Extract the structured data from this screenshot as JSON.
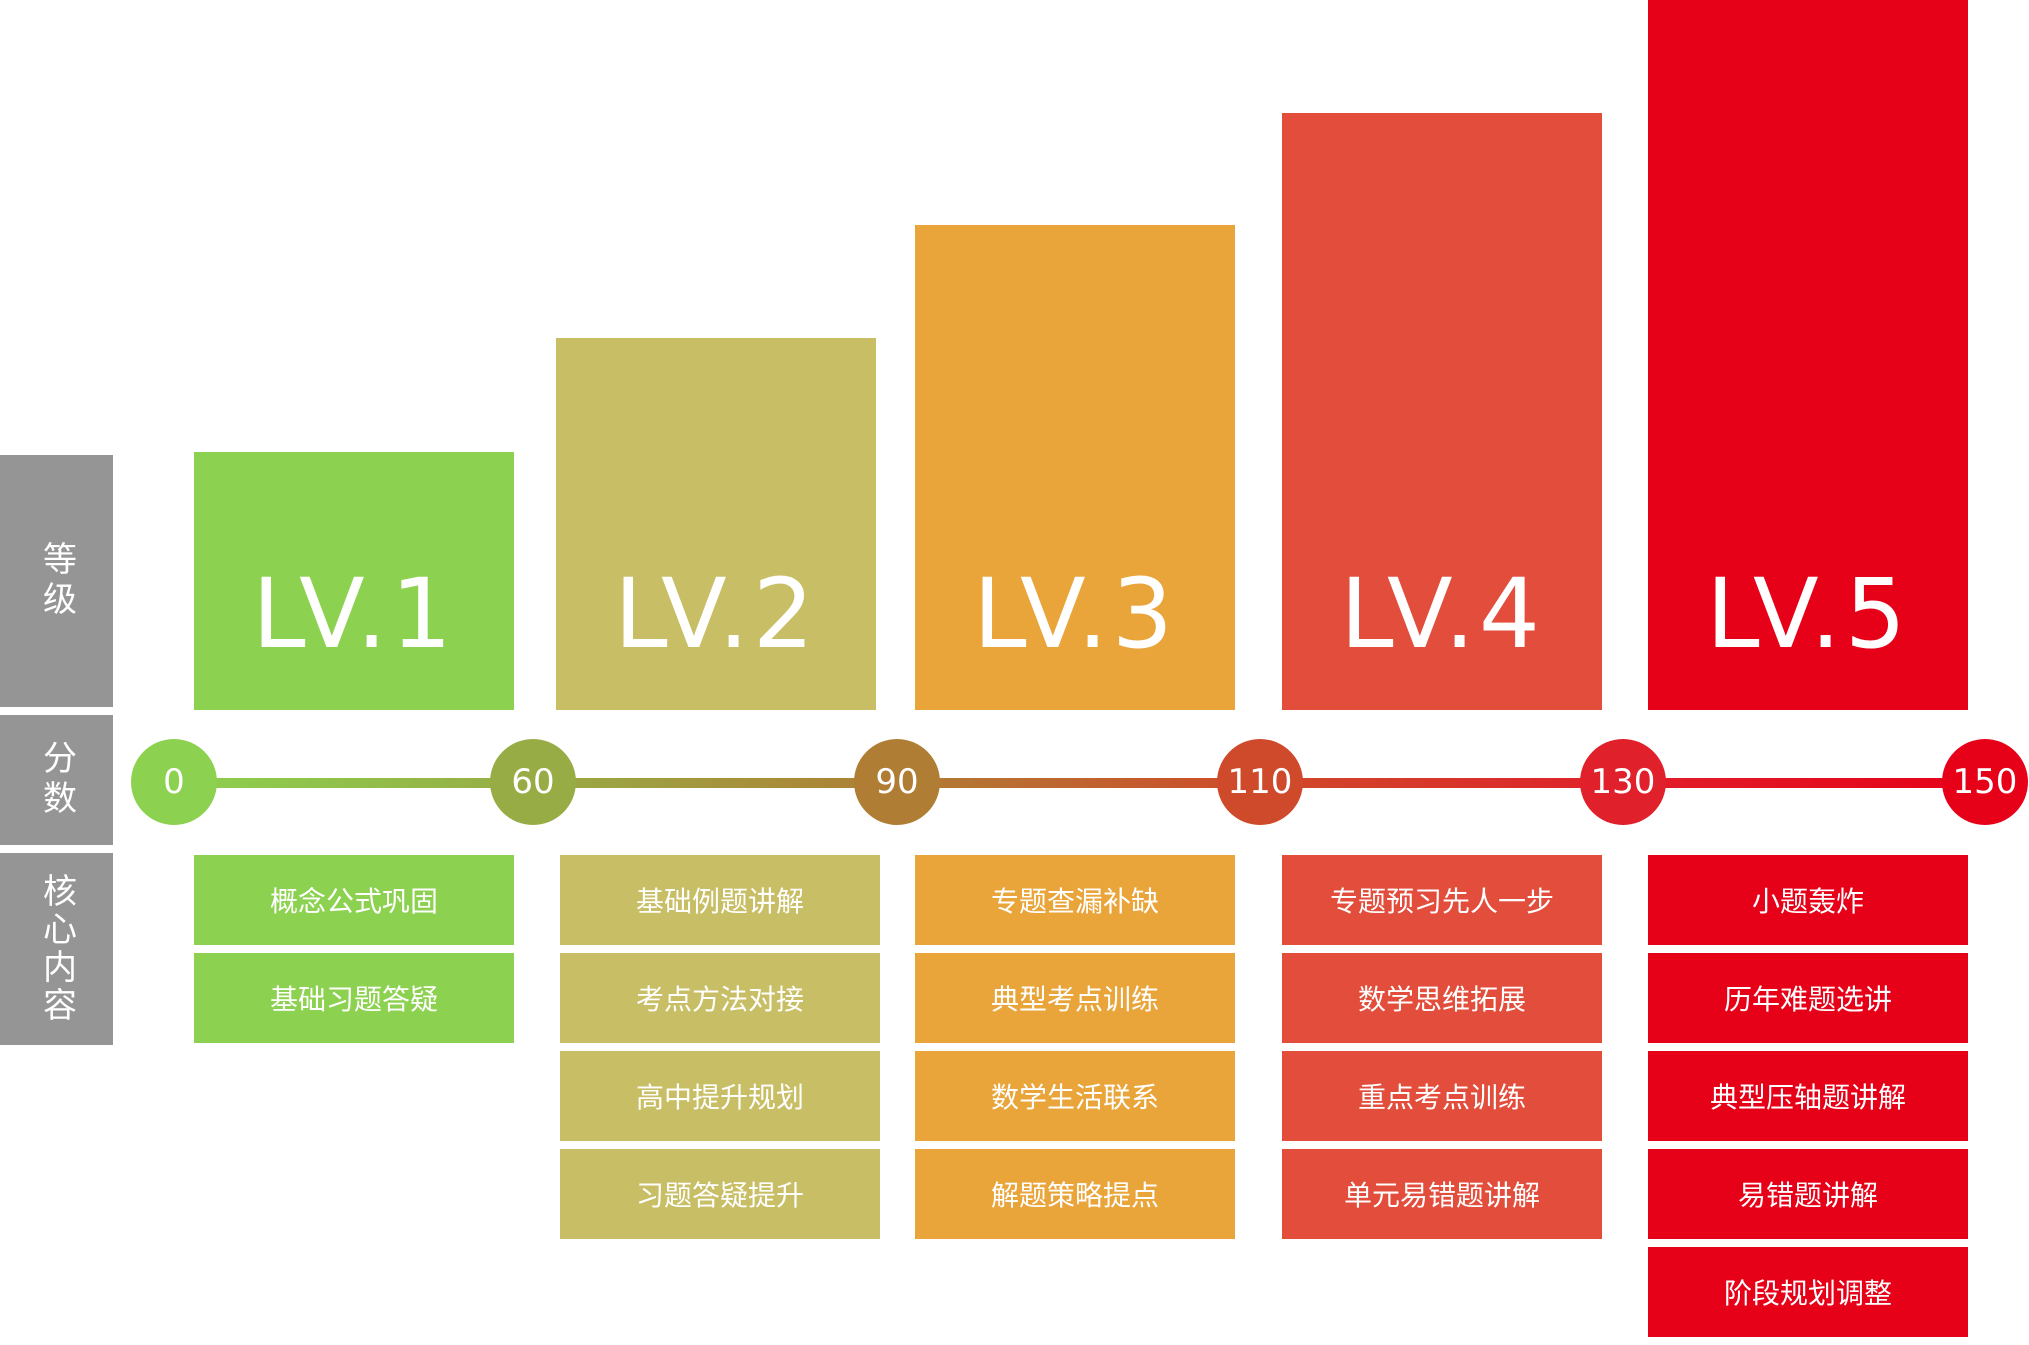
{
  "side_labels": {
    "level": "等级",
    "score": "分数",
    "content": "核心内容"
  },
  "colors": {
    "side_bg": "#959595",
    "lv1": "#8cd14f",
    "lv2": "#c8be65",
    "lv3": "#e9a43a",
    "lv4": "#e24d3c",
    "lv5": "#e60018"
  },
  "levels": [
    {
      "label": "LV.1",
      "color": "#8cd14f",
      "items": [
        "概念公式巩固",
        "基础习题答疑"
      ]
    },
    {
      "label": "LV.2",
      "color": "#c8be65",
      "items": [
        "基础例题讲解",
        "考点方法对接",
        "高中提升规划",
        "习题答疑提升"
      ]
    },
    {
      "label": "LV.3",
      "color": "#e9a43a",
      "items": [
        "专题查漏补缺",
        "典型考点训练",
        "数学生活联系",
        "解题策略提点"
      ]
    },
    {
      "label": "LV.4",
      "color": "#e24d3c",
      "items": [
        "专题预习先人一步",
        "数学思维拓展",
        "重点考点训练",
        "单元易错题讲解"
      ]
    },
    {
      "label": "LV.5",
      "color": "#e60018",
      "items": [
        "小题轰炸",
        "历年难题选讲",
        "典型压轴题讲解",
        "易错题讲解",
        "阶段规划调整"
      ]
    }
  ],
  "scores": [
    {
      "value": "0",
      "color": "#8cd14f"
    },
    {
      "value": "60",
      "color": "#98ac45"
    },
    {
      "value": "90",
      "color": "#b07d35"
    },
    {
      "value": "110",
      "color": "#cf4a2a"
    },
    {
      "value": "130",
      "color": "#e0202a"
    },
    {
      "value": "150",
      "color": "#e60018"
    }
  ]
}
